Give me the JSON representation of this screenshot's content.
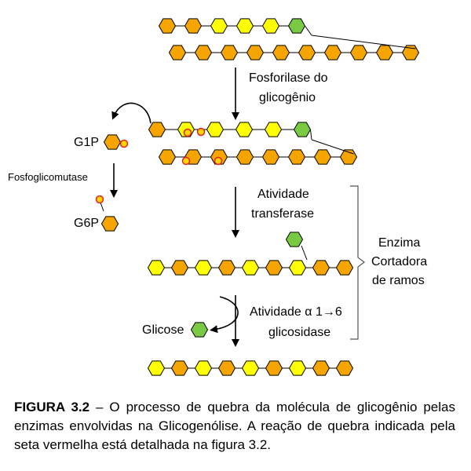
{
  "labels": {
    "step1_line1": "Fosforilase do",
    "step1_line2": "glicogênio",
    "g1p": "G1P",
    "g6p": "G6P",
    "mutase": "Fosfoglicomutase",
    "step2_line1": "Atividade",
    "step2_line2": "transferase",
    "enzyme_line1": "Enzima",
    "enzyme_line2": "Cortadora",
    "enzyme_line3": "de ramos",
    "step3_line1": "Atividade α 1→6",
    "step3_line2": "glicosidase",
    "glucose": "Glicose"
  },
  "caption": {
    "figure_label": "FIGURA 3.2",
    "text": " – O processo de quebra da molécula de glicogênio pelas enzimas envolvidas na Glicogenólise. A reação de quebra indicada pela seta vermelha está detalhada na figura 3.2."
  },
  "colors": {
    "orange": "#f5a400",
    "yellow": "#ffff00",
    "green": "#7ac943",
    "phosphate_fill": "#ffd700",
    "phosphate_stroke": "#e8202a",
    "outline": "#000000"
  },
  "icons": {
    "glucose_unit": "hexagon",
    "phosphate": "circle",
    "arrow": "down-arrow",
    "curved_arrow": "curved-arrow",
    "bracket": "right-brace"
  },
  "chains": {
    "top_upper": [
      "orange",
      "orange",
      "yellow",
      "yellow",
      "yellow",
      "green"
    ],
    "top_lower": [
      "orange",
      "orange",
      "orange",
      "orange",
      "orange",
      "orange",
      "orange",
      "orange",
      "orange",
      "orange"
    ],
    "mid_upper": [
      "orange",
      "yellow",
      "yellow",
      "yellow",
      "yellow",
      "green"
    ],
    "mid_lower": [
      "orange",
      "orange",
      "orange",
      "orange",
      "orange",
      "orange",
      "orange",
      "orange"
    ],
    "mid_lower_phosphates": 2,
    "mid_upper_phosphates": 2,
    "transfer_chain": [
      "yellow",
      "orange",
      "yellow",
      "orange",
      "yellow",
      "orange",
      "yellow",
      "orange",
      "orange"
    ],
    "transfer_branch": [
      "green"
    ],
    "final_chain": [
      "yellow",
      "orange",
      "yellow",
      "orange",
      "yellow",
      "orange",
      "yellow",
      "orange",
      "orange"
    ]
  }
}
